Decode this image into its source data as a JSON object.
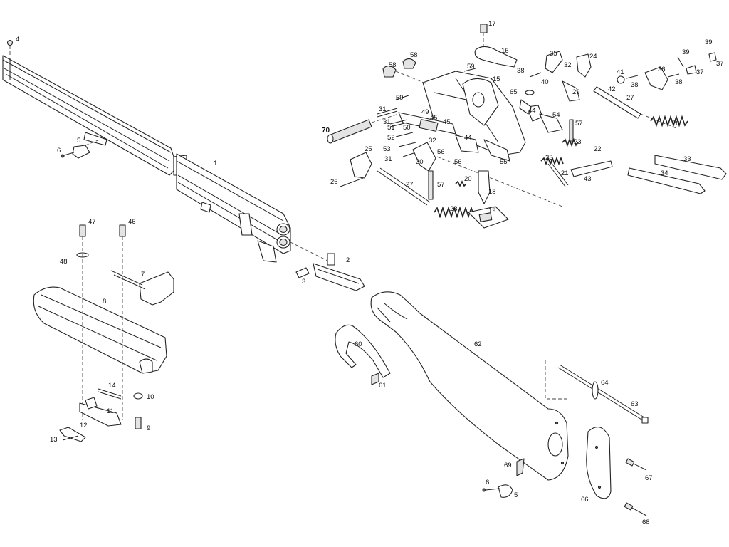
{
  "labels": [
    {
      "id": "l4",
      "text": "4"
    },
    {
      "id": "l1",
      "text": "1"
    },
    {
      "id": "l5a",
      "text": "5"
    },
    {
      "id": "l6a",
      "text": "6"
    },
    {
      "id": "l2",
      "text": "2"
    },
    {
      "id": "l3",
      "text": "3"
    },
    {
      "id": "l47",
      "text": "47"
    },
    {
      "id": "l46",
      "text": "46"
    },
    {
      "id": "l48",
      "text": "48"
    },
    {
      "id": "l7",
      "text": "7"
    },
    {
      "id": "l8",
      "text": "8"
    },
    {
      "id": "l14",
      "text": "14"
    },
    {
      "id": "l10",
      "text": "10"
    },
    {
      "id": "l11",
      "text": "11"
    },
    {
      "id": "l9",
      "text": "9"
    },
    {
      "id": "l12",
      "text": "12"
    },
    {
      "id": "l13",
      "text": "13"
    },
    {
      "id": "l17",
      "text": "17"
    },
    {
      "id": "l16",
      "text": "16"
    },
    {
      "id": "l58a",
      "text": "58"
    },
    {
      "id": "l58b",
      "text": "58"
    },
    {
      "id": "l59a",
      "text": "59"
    },
    {
      "id": "l15",
      "text": "15"
    },
    {
      "id": "l35",
      "text": "35"
    },
    {
      "id": "l24",
      "text": "24"
    },
    {
      "id": "l32a",
      "text": "32"
    },
    {
      "id": "l38a",
      "text": "38"
    },
    {
      "id": "l40",
      "text": "40"
    },
    {
      "id": "l65",
      "text": "65"
    },
    {
      "id": "l41",
      "text": "41"
    },
    {
      "id": "l36",
      "text": "36"
    },
    {
      "id": "l39a",
      "text": "39"
    },
    {
      "id": "l39b",
      "text": "39"
    },
    {
      "id": "l37a",
      "text": "37"
    },
    {
      "id": "l37b",
      "text": "37"
    },
    {
      "id": "l38b",
      "text": "38"
    },
    {
      "id": "l38c",
      "text": "38"
    },
    {
      "id": "l42",
      "text": "42"
    },
    {
      "id": "l27a",
      "text": "27"
    },
    {
      "id": "l29",
      "text": "29"
    },
    {
      "id": "l59b",
      "text": "59"
    },
    {
      "id": "l31a",
      "text": "31"
    },
    {
      "id": "l31b",
      "text": "31"
    },
    {
      "id": "l49",
      "text": "49"
    },
    {
      "id": "l45a",
      "text": "45"
    },
    {
      "id": "l45b",
      "text": "45"
    },
    {
      "id": "l44a",
      "text": "44"
    },
    {
      "id": "l54",
      "text": "54"
    },
    {
      "id": "l57a",
      "text": "57"
    },
    {
      "id": "l28a",
      "text": "28"
    },
    {
      "id": "l70",
      "text": "70"
    },
    {
      "id": "l51",
      "text": "51"
    },
    {
      "id": "l50",
      "text": "50"
    },
    {
      "id": "l52",
      "text": "52"
    },
    {
      "id": "l32b",
      "text": "32"
    },
    {
      "id": "l53",
      "text": "53"
    },
    {
      "id": "l31c",
      "text": "31"
    },
    {
      "id": "l25",
      "text": "25"
    },
    {
      "id": "l30",
      "text": "30"
    },
    {
      "id": "l56a",
      "text": "56"
    },
    {
      "id": "l56b",
      "text": "56"
    },
    {
      "id": "l44b",
      "text": "44"
    },
    {
      "id": "l55",
      "text": "55"
    },
    {
      "id": "l23a",
      "text": "23"
    },
    {
      "id": "l23b",
      "text": "23"
    },
    {
      "id": "l22",
      "text": "22"
    },
    {
      "id": "l33",
      "text": "33"
    },
    {
      "id": "l26",
      "text": "26"
    },
    {
      "id": "l27b",
      "text": "27"
    },
    {
      "id": "l57b",
      "text": "57"
    },
    {
      "id": "l20",
      "text": "20"
    },
    {
      "id": "l18",
      "text": "18"
    },
    {
      "id": "l21",
      "text": "21"
    },
    {
      "id": "l43",
      "text": "43"
    },
    {
      "id": "l34",
      "text": "34"
    },
    {
      "id": "l28b",
      "text": "28"
    },
    {
      "id": "l19",
      "text": "19"
    },
    {
      "id": "l62",
      "text": "62"
    },
    {
      "id": "l60",
      "text": "60"
    },
    {
      "id": "l61",
      "text": "61"
    },
    {
      "id": "l64",
      "text": "64"
    },
    {
      "id": "l63",
      "text": "63"
    },
    {
      "id": "l69",
      "text": "69"
    },
    {
      "id": "l6b",
      "text": "6"
    },
    {
      "id": "l5b",
      "text": "5"
    },
    {
      "id": "l67",
      "text": "67"
    },
    {
      "id": "l66",
      "text": "66"
    },
    {
      "id": "l68",
      "text": "68"
    }
  ]
}
